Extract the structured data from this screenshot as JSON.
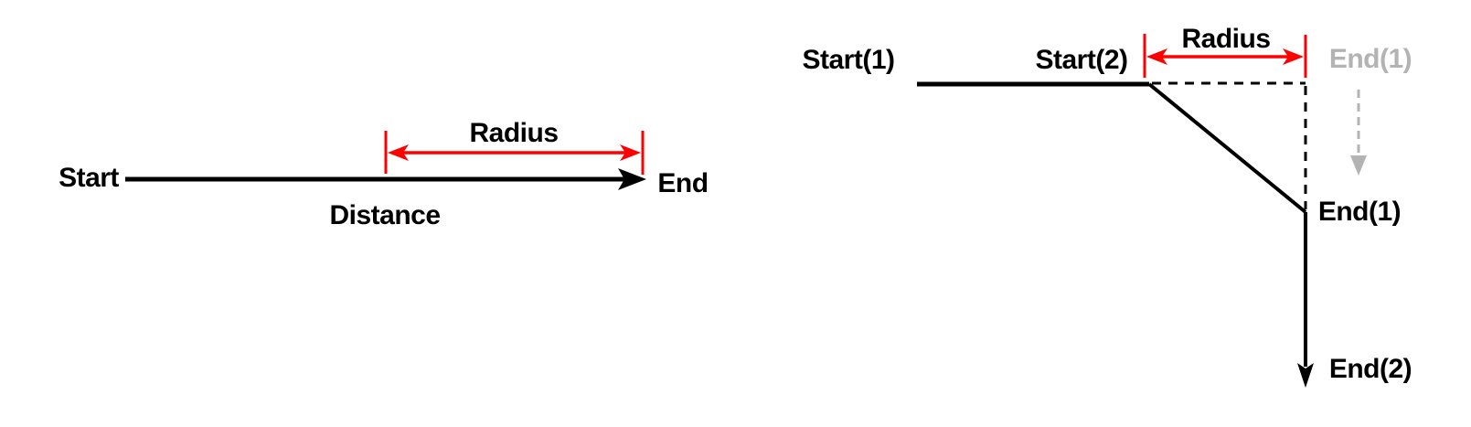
{
  "colors": {
    "line_black": "#000000",
    "accent_red": "#fe0000",
    "muted_gray": "#b3b3b3",
    "background": "#ffffff"
  },
  "distance_diagram": {
    "start_label": "Start",
    "end_label": "End",
    "distance_label": "Distance",
    "radius_label": "Radius"
  },
  "radius_turn_diagram": {
    "start1_label": "Start(1)",
    "start2_label": "Start(2)",
    "radius_label": "Radius",
    "end1_ghost_label": "End(1)",
    "end1_label": "End(1)",
    "end2_label": "End(2)"
  }
}
